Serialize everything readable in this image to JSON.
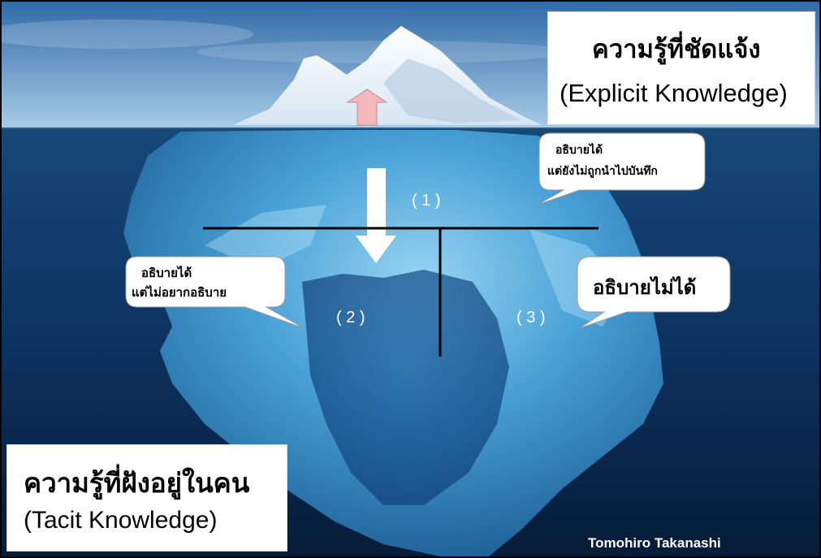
{
  "explicit": {
    "thai": "ความรู้ที่ชัดแจ้ง",
    "english": "(Explicit Knowledge)"
  },
  "tacit": {
    "thai": "ความรู้ที่ฝังอยู่ในคน",
    "english": "(Tacit Knowledge)"
  },
  "bubbles": {
    "b1": {
      "line1": "อธิบายได้",
      "line2": "แต่ยังไม่ถูกนำไปบันทึก"
    },
    "b2": {
      "line1": "อธิบายได้",
      "line2": "แต่ไม่อยากอธิบาย"
    },
    "b3": {
      "line1": "อธิบายไม่ได้"
    }
  },
  "segments": {
    "s1": "( 1 )",
    "s2": "( 2 )",
    "s3": "( 3 )"
  },
  "credit": "Tomohiro Takanashi",
  "colors": {
    "sky_top": "#2f6aa8",
    "sky_bottom": "#9cc2e2",
    "sea_top": "#123f6b",
    "sea_bottom": "#061f3d",
    "ice": "#5fb7e6",
    "pink_arrow": "#f4b8bc",
    "arrow_white": "#ffffff"
  },
  "icons": {
    "up_arrow": "up-arrow-icon",
    "down_arrow": "down-arrow-icon"
  }
}
